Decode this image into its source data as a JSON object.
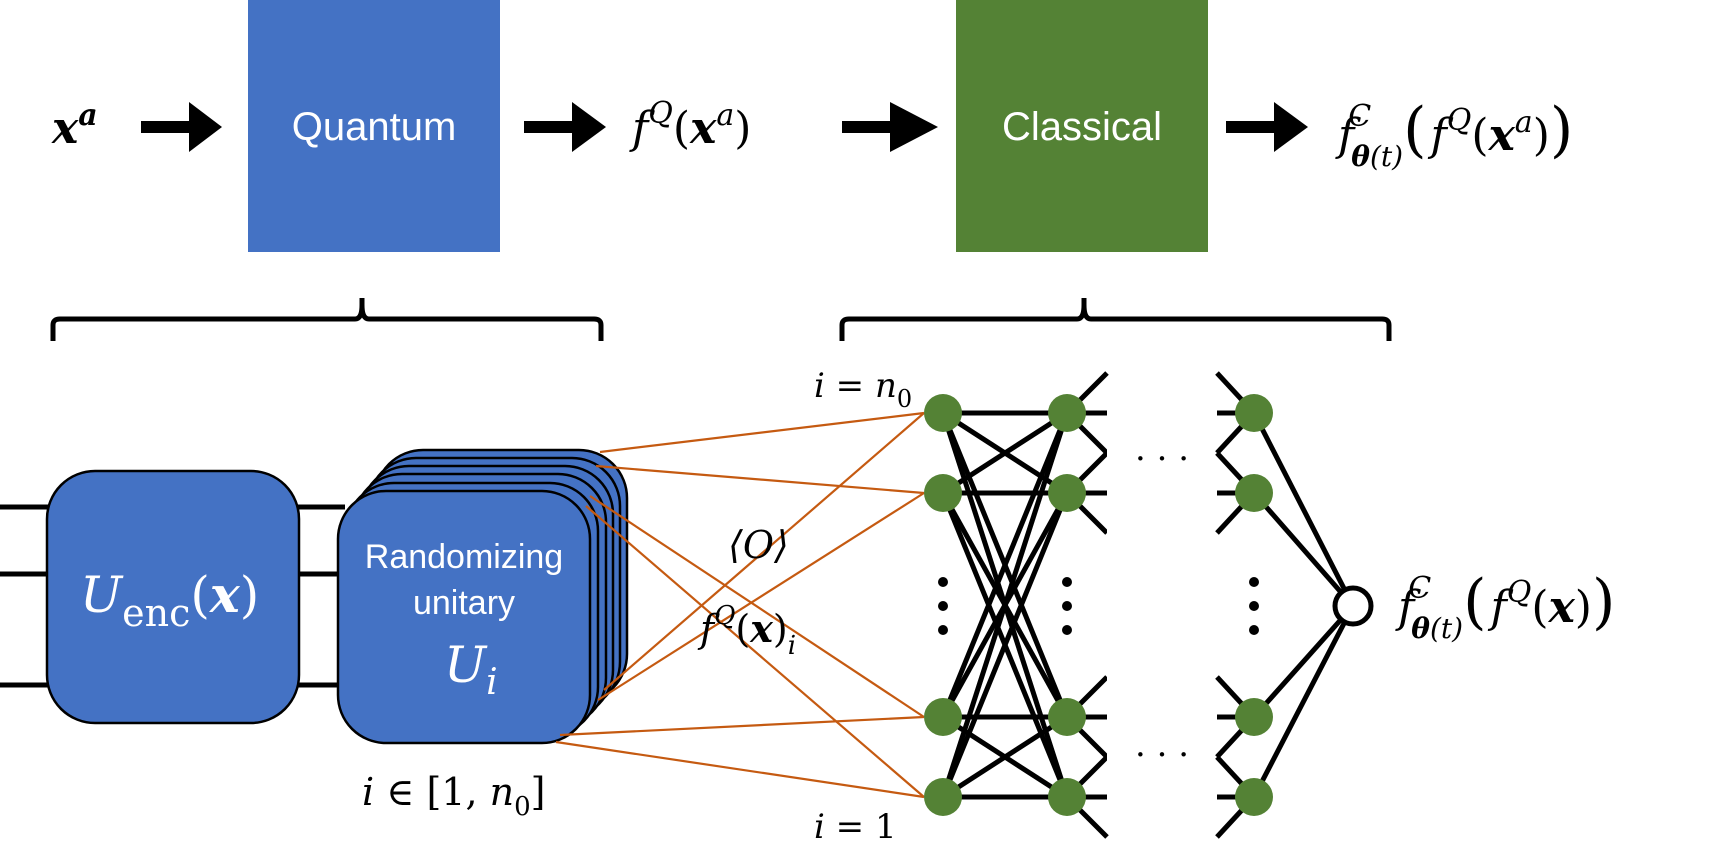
{
  "colors": {
    "quantum": "#4472C4",
    "classical": "#548235",
    "connection": "#C55A11",
    "node": "#548235",
    "line": "#000000"
  },
  "top_row": {
    "input": {
      "base": "x",
      "sup": "a"
    },
    "quantum_label": "Quantum",
    "quantum_output": {
      "f": "f",
      "sup": "Q",
      "open": "(",
      "x": "x",
      "xsup": "a",
      "close": ")"
    },
    "classical_label": "Classical",
    "final_output": {
      "f": "f",
      "sup": "C",
      "sub": "θ",
      "sub_rest": "(t)",
      "open": "(",
      "inner_f": "f",
      "inner_sup": "Q",
      "inner_open": "(",
      "x": "x",
      "xsup": "a",
      "inner_close": ")",
      "close": ")"
    }
  },
  "quantum_detail": {
    "encoder": {
      "U": "U",
      "sub": "enc",
      "open": "(",
      "x": "x",
      "close": ")"
    },
    "randomizer": {
      "line1": "Randomizing",
      "line2": "unitary",
      "U": "U",
      "sub": "i"
    },
    "index_range": {
      "i": "i",
      "in": " ∈ [1, ",
      "n": "n",
      "nsub": "0",
      "close": "]"
    },
    "stack_count": 5
  },
  "connection_labels": {
    "observable": "⟨O⟩",
    "feature": {
      "f": "f",
      "sup": "Q",
      "open": "(",
      "x": "x",
      "close": ")",
      "sub": "i"
    }
  },
  "node_labels": {
    "top": {
      "i": "i",
      "eq": " = ",
      "n": "n",
      "sub": "0"
    },
    "bottom": {
      "i": "i",
      "eq": " = 1"
    }
  },
  "network": {
    "ellipsis_h": "· · ·",
    "ellipsis_v": "⋮",
    "output": {
      "f": "f",
      "sup": "C",
      "sub": "θ",
      "sub_rest": "(t)",
      "open": "(",
      "inner_f": "f",
      "inner_sup": "Q",
      "inner_open": "(",
      "x": "x",
      "inner_close": ")",
      "close": ")"
    }
  }
}
